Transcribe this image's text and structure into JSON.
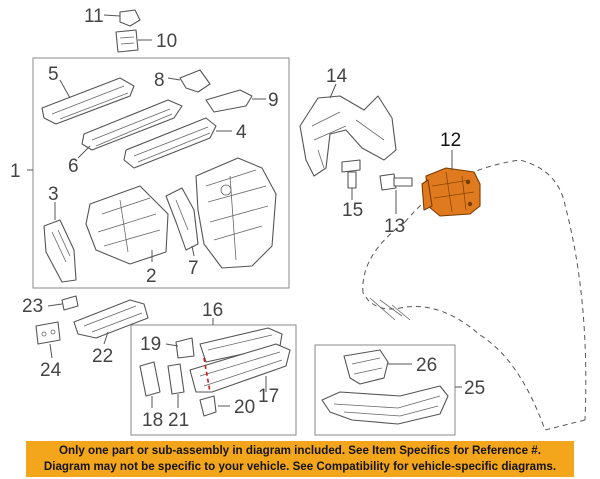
{
  "diagram": {
    "callouts": {
      "c1": "1",
      "c2": "2",
      "c3": "3",
      "c4": "4",
      "c5": "5",
      "c6": "6",
      "c7": "7",
      "c8": "8",
      "c9": "9",
      "c10": "10",
      "c11": "11",
      "c12": "12",
      "c13": "13",
      "c14": "14",
      "c15": "15",
      "c16": "16",
      "c17": "17",
      "c18": "18",
      "c19": "19",
      "c20": "20",
      "c21": "21",
      "c22": "22",
      "c23": "23",
      "c24": "24",
      "c25": "25",
      "c26": "26"
    },
    "highlighted_part": "12",
    "colors": {
      "highlight": "#e07a1e",
      "banner": "#f3a51b",
      "marker": "#d01818"
    }
  },
  "notice": {
    "line1": "Only one part or sub-assembly in diagram included. See Item Specifics for Reference #.",
    "line2": "Diagram may not be specific to your vehicle. See Compatibility for vehicle-specific diagrams."
  }
}
